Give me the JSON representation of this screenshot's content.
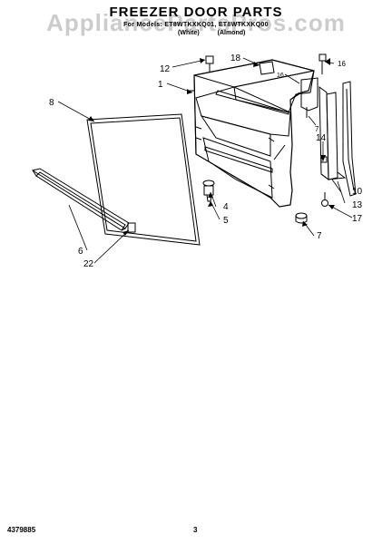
{
  "header": {
    "title": "FREEZER DOOR PARTS",
    "watermark": "AppliancePartsPros.com",
    "models": "For Models: ET8WTKXKQ01, ET8WTKXKQ00",
    "variant_white": "(White)",
    "variant_almond": "(Almond)"
  },
  "callouts": [
    "1",
    "4",
    "5",
    "6",
    "7",
    "7",
    "8",
    "10",
    "12",
    "13",
    "14",
    "16",
    "16",
    "17",
    "18",
    "22"
  ],
  "footer": {
    "part_number": "4379885",
    "page": "3"
  }
}
